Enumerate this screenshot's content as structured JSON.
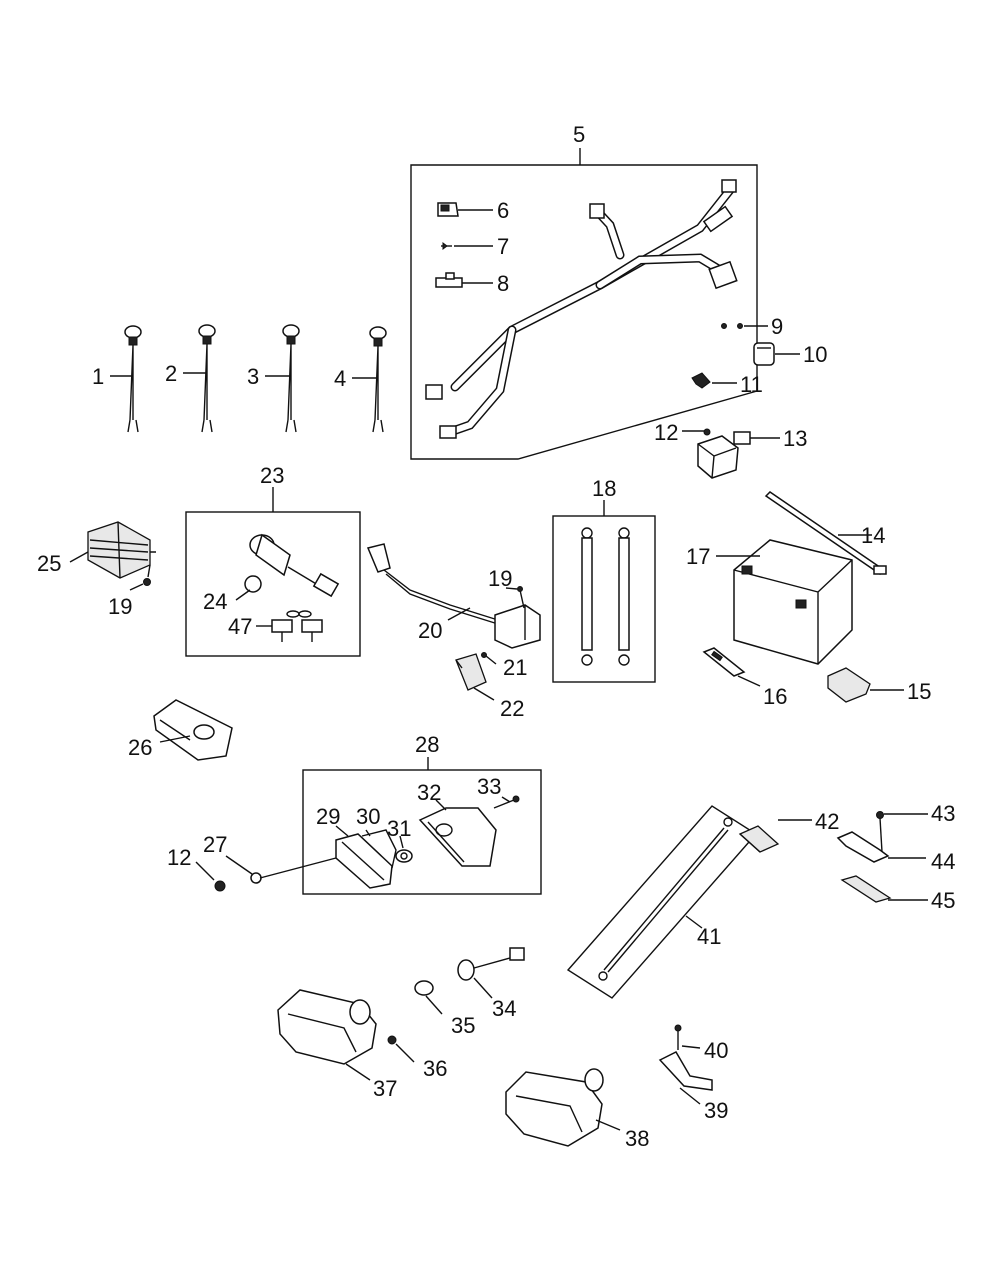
{
  "callouts": [
    {
      "id": "1",
      "text": "1"
    },
    {
      "id": "2",
      "text": "2"
    },
    {
      "id": "3",
      "text": "3"
    },
    {
      "id": "4",
      "text": "4"
    },
    {
      "id": "5",
      "text": "5"
    },
    {
      "id": "6",
      "text": "6"
    },
    {
      "id": "7",
      "text": "7"
    },
    {
      "id": "8",
      "text": "8"
    },
    {
      "id": "9",
      "text": "9"
    },
    {
      "id": "10",
      "text": "10"
    },
    {
      "id": "11",
      "text": "11"
    },
    {
      "id": "12a",
      "text": "12"
    },
    {
      "id": "13",
      "text": "13"
    },
    {
      "id": "14",
      "text": "14"
    },
    {
      "id": "15",
      "text": "15"
    },
    {
      "id": "16",
      "text": "16"
    },
    {
      "id": "17",
      "text": "17"
    },
    {
      "id": "18",
      "text": "18"
    },
    {
      "id": "19a",
      "text": "19"
    },
    {
      "id": "19b",
      "text": "19"
    },
    {
      "id": "20",
      "text": "20"
    },
    {
      "id": "21",
      "text": "21"
    },
    {
      "id": "22",
      "text": "22"
    },
    {
      "id": "23",
      "text": "23"
    },
    {
      "id": "24",
      "text": "24"
    },
    {
      "id": "25",
      "text": "25"
    },
    {
      "id": "26",
      "text": "26"
    },
    {
      "id": "27",
      "text": "27"
    },
    {
      "id": "28",
      "text": "28"
    },
    {
      "id": "29",
      "text": "29"
    },
    {
      "id": "30",
      "text": "30"
    },
    {
      "id": "31",
      "text": "31"
    },
    {
      "id": "32",
      "text": "32"
    },
    {
      "id": "33",
      "text": "33"
    },
    {
      "id": "34",
      "text": "34"
    },
    {
      "id": "35",
      "text": "35"
    },
    {
      "id": "36",
      "text": "36"
    },
    {
      "id": "37",
      "text": "37"
    },
    {
      "id": "38",
      "text": "38"
    },
    {
      "id": "39",
      "text": "39"
    },
    {
      "id": "40",
      "text": "40"
    },
    {
      "id": "41",
      "text": "41"
    },
    {
      "id": "42",
      "text": "42"
    },
    {
      "id": "43",
      "text": "43"
    },
    {
      "id": "44",
      "text": "44"
    },
    {
      "id": "45",
      "text": "45"
    },
    {
      "id": "47",
      "text": "47"
    },
    {
      "id": "12b",
      "text": "12"
    }
  ],
  "colors": {
    "line": "#111111",
    "background": "#ffffff"
  }
}
